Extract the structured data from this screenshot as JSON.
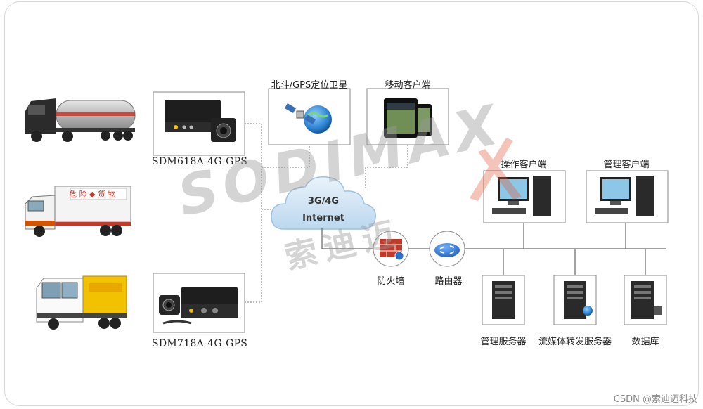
{
  "devices": {
    "dvr1": "SDM618A-4G-GPS",
    "dvr2": "SDM718A-4G-GPS"
  },
  "services": {
    "satellite": "北斗/GPS定位卫星",
    "mobile_client": "移动客户端"
  },
  "cloud": {
    "line1": "3G/4G",
    "line2": "Internet"
  },
  "network": {
    "firewall": "防火墙",
    "router": "路由器"
  },
  "clients": {
    "operator": "操作客户端",
    "admin": "管理客户端"
  },
  "servers": {
    "management": "管理服务器",
    "streaming": "流媒体转发服务器",
    "database": "数据库"
  },
  "truck_signs": {
    "dangerous_goods": "危 险 ◆ 货 物"
  },
  "watermark": {
    "brand": "SODIMAX",
    "brand_cn": "索迪迈"
  },
  "footer": "CSDN @索迪迈科技"
}
